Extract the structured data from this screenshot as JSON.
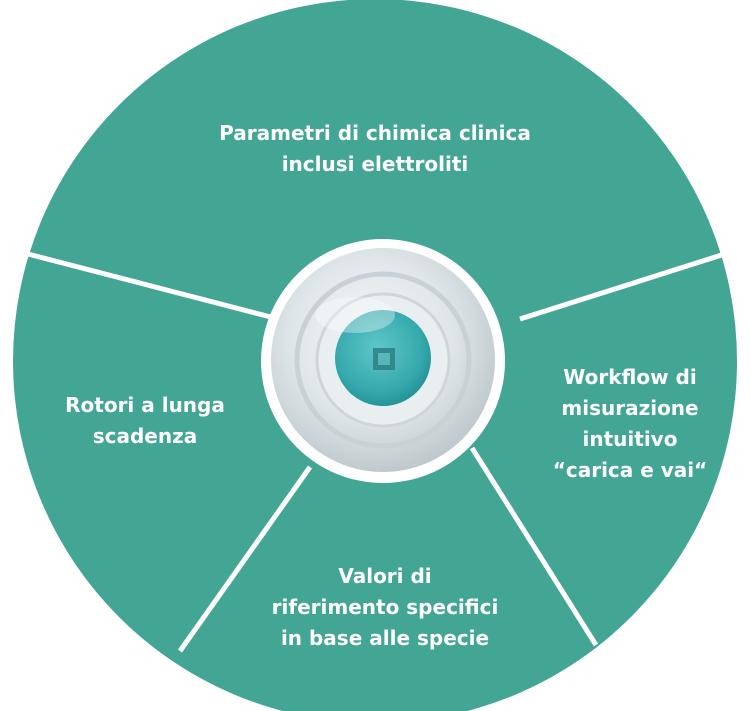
{
  "diagram": {
    "segment_color": "#43a695",
    "divider_color": "#ffffff",
    "center_ring_color": "#ffffff",
    "center_image": {
      "icon": "rotor-disc-image",
      "disc_color": "#dfe6e9",
      "well_color": "#3bb0b4"
    },
    "segments": [
      {
        "id": "top",
        "lines": [
          "Parametri di chimica clinica",
          "inclusi elettroliti"
        ]
      },
      {
        "id": "right",
        "lines": [
          "Workflow di",
          "misurazione",
          "intuitivo",
          "“carica e vai“"
        ]
      },
      {
        "id": "bottom",
        "lines": [
          "Valori di",
          "riferimento specifici",
          "in base alle specie"
        ]
      },
      {
        "id": "left",
        "lines": [
          "Rotori a lunga",
          "scadenza"
        ]
      }
    ]
  }
}
